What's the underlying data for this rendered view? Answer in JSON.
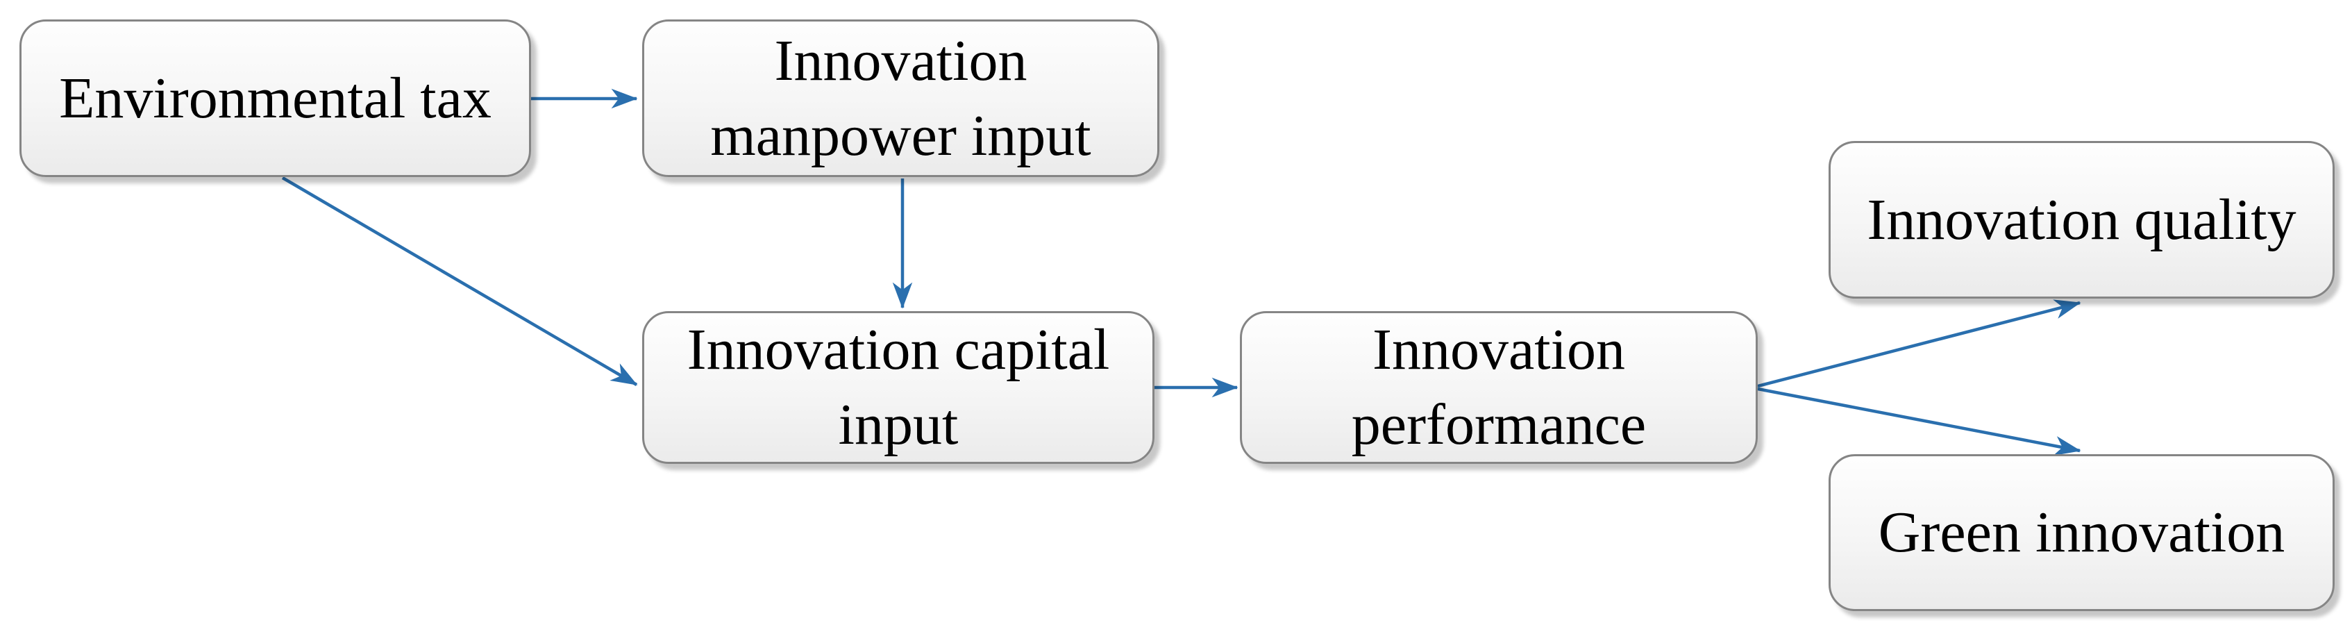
{
  "diagram": {
    "type": "flowchart",
    "background": "#ffffff",
    "colors": {
      "arrow": "#2a6fae",
      "box_border": "#858585",
      "box_fill_top": "#fefefe",
      "box_fill_bottom": "#ebebeb",
      "text": "#000000"
    },
    "nodes": [
      {
        "id": "environmental-tax",
        "label": "Environmental tax"
      },
      {
        "id": "innovation-manpower-input",
        "label": "Innovation\nmanpower input"
      },
      {
        "id": "innovation-capital-input",
        "label": "Innovation capital\ninput"
      },
      {
        "id": "innovation-performance",
        "label": "Innovation\nperformance"
      },
      {
        "id": "innovation-quality",
        "label": "Innovation quality"
      },
      {
        "id": "green-innovation",
        "label": "Green innovation"
      }
    ],
    "edges": [
      {
        "from": "environmental-tax",
        "to": "innovation-manpower-input"
      },
      {
        "from": "environmental-tax",
        "to": "innovation-capital-input"
      },
      {
        "from": "innovation-manpower-input",
        "to": "innovation-capital-input"
      },
      {
        "from": "innovation-capital-input",
        "to": "innovation-performance"
      },
      {
        "from": "innovation-performance",
        "to": "innovation-quality"
      },
      {
        "from": "innovation-performance",
        "to": "green-innovation"
      }
    ]
  }
}
